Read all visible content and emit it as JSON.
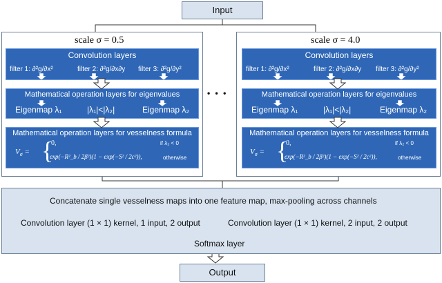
{
  "input_label": "Input",
  "output_label": "Output",
  "ellipsis": "• • •",
  "columns": [
    {
      "scale_label": "scale σ = 0.5",
      "conv_title": "Convolution layers",
      "filters": [
        "filter 1: ∂²g/∂x²",
        "filter 2: ∂²g/∂x∂y",
        "filter 3: ∂²g/∂y²"
      ],
      "eig_title": "Mathematical operation layers for eigenvalues",
      "eig_items": [
        "Eigenmap λ₁",
        "|λ₁|<|λ₂|",
        "Eigenmap λ₂"
      ],
      "vessel_title": "Mathematical operation layers for vesselness formula",
      "formula": {
        "lhs": "V",
        "lhs_sub": "σ",
        "case1_value": "0,",
        "case1_cond": "if λ₂ < 0",
        "case2_value": "exp(−R²_b / 2β²)(1 − exp(−S² / 2c²)),",
        "case2_cond": "otherwise"
      }
    },
    {
      "scale_label": "scale σ = 4.0",
      "conv_title": "Convolution layers",
      "filters": [
        "filter 1: ∂²g/∂x²",
        "filter 2: ∂²g/∂x∂y",
        "filter 3: ∂²g/∂y²"
      ],
      "eig_title": "Mathematical operation layers for eigenvalues",
      "eig_items": [
        "Eigenmap λ₁",
        "|λ₁|<|λ₂|",
        "Eigenmap λ₂"
      ],
      "vessel_title": "Mathematical operation layers for vesselness formula",
      "formula": {
        "lhs": "V",
        "lhs_sub": "σ",
        "case1_value": "0,",
        "case1_cond": "if λ₂ < 0",
        "case2_value": "exp(−R²_b / 2β²)(1 − exp(−S² / 2c²)),",
        "case2_cond": "otherwise"
      }
    }
  ],
  "bottom": {
    "line1": "Concatenate single vesselness maps into  one feature map, max-pooling across channels",
    "conv1": "Convolution layer (1 × 1) kernel, 1 input, 2 output",
    "conv2": "Convolution layer (1 × 1) kernel, 2 input, 2 output",
    "softmax": "Softmax layer"
  },
  "colors": {
    "blue_box": "#2f67b6",
    "light_box": "#d8e3ef",
    "border": "#6a7f95"
  }
}
